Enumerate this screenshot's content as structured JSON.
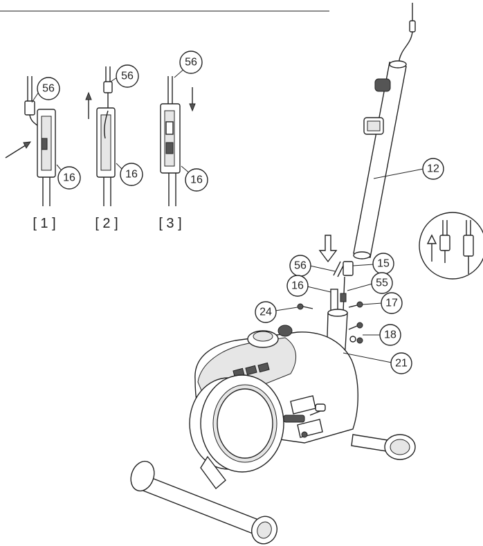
{
  "callouts": {
    "c56_step1": "56",
    "c56_step2": "56",
    "c56_step3": "56",
    "c16_step1": "16",
    "c16_step2": "16",
    "c16_step3": "16",
    "c12": "12",
    "c56_main": "56",
    "c15": "15",
    "c16_main": "16",
    "c55": "55",
    "c24": "24",
    "c17": "17",
    "c18": "18",
    "c21": "21"
  },
  "steps": [
    "[ 1 ]",
    "[ 2 ]",
    "[ 3 ]"
  ],
  "colors": {
    "line": "#222222",
    "background": "#ffffff"
  }
}
